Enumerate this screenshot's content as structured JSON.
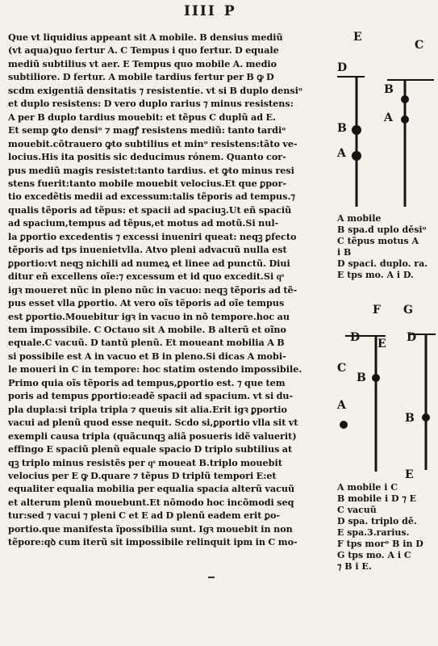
{
  "header": {
    "folio": "IIII",
    "signature": "P"
  },
  "body_lines": [
    "Que vt liquidius appeant sit A mobile. B densius mediũ",
    "(vt aqua)quo fertur A. C Tempus i quo fertur. D equale",
    "mediũ subtilius vt aer. E Tempus quo mobile A. medio",
    "subtiliore. D fertur. A mobile tardius fertur per B ꝙ D",
    "scdm exigentiã densitatis ⁊ resistentie. vt si B duplo densiᵒ",
    "et duplo resistens: D vero duplo rarius ⁊ minus resistens:",
    "A per B duplo tardius mouebit: et tẽpus C duplũ ad E.",
    "Et semp ꝙto densiᵒ ⁊ magꝭ resistens mediũ: tanto tardiᵒ",
    "mouebit.cõtrauero ꝙto subtilius et minᵒ resistens:tãto ve-",
    "locius.His ita positis sic deducimus rónem. Quanto cor-",
    "pus mediũ magis resistet:tanto tardius. et ꝙto minus resi",
    "stens fuerit:tanto mobile mouebit velocius.Et que ꝑpor-",
    "tio excedẽtis medii ad excessum:talis tẽporis ad tempus.⁊",
    "qualis tẽporis ad tẽpus: et spacii ad spaciuꝫ.Ut eñ spaciũ",
    "ad spacium,tempus ad tẽpus,et motus ad motũ.Si nul-",
    "la ꝑportio excedentis ⁊ excessi inueniri queat: neqꝫ ꝑfecto",
    "tẽporis ad tps inuenietvlla. Atvo pleni advacuũ nulla est",
    "ꝑportio:vt neqꝫ nichili ad numeꝝ et linee ad punctũ. Diui",
    "ditur eñ excellens oĩe:⁊ excessum et id quo excedit.Si qͦ",
    "igꝛ moueret nũc in pleno nũc in vacuo: neqꝫ tẽporis ad tẽ-",
    "pus esset vlla ꝑportio. At vero oĩs tẽporis ad oĩe tempus",
    "est ꝑportio.Mouebitur igꝛ in vacuo in nõ tempore.hoc au",
    "tem impossibile. C Octauo sit A mobile. B alterũ et oĩno",
    "equale.C vacuũ. D tantũ plenũ. Et moueant mobilia A B",
    "si possibile est A in vacuo et B in pleno.Si dicas A mobi-",
    "le moueri in C in tempore: hoc statim ostendo impossibile.",
    "Primo quia oĩs tẽporis ad tempus,ꝑportio est. ⁊ que tem",
    "poris ad tempus ꝑportio:eadẽ spacii ad spacium. vt si du-",
    "pla dupla:si tripla tripla ⁊ queuis sit alia.Erit igꝛ ꝑportio",
    "vacui ad plenũ quod esse nequit. Scdo si,ꝑportio vlla sit vt",
    "exempli causa tripla (quãcunqꝫ aliã posueris idẽ valuerit)",
    "effingo E spaciũ plenũ equale spacio D triplo subtilius at",
    "qꝫ triplo minus resistẽs per qͦ moueat B.triplo mouebit",
    "velocius per E ꝙ D.quare ⁊ tẽpus D triplũ tempori E:et",
    "equaliter equalia mobilia per equalia spacia alterũ vacuũ",
    "et alterum plenũ mouebunt.Et nõmodo hoc incõmodi seq",
    "tur:sed ⁊ vacui ⁊ pleni C et E ad D plenũ eadem erit ꝑo-",
    "portio.que manifesta ĩpossibilia sunt. Igꝛ mouebit in non",
    "tẽpore:qꝺ cum iterũ sit impossibile relinquit ipm in C mo-"
  ],
  "figure_top": {
    "labels": [
      "E",
      "C",
      "D",
      "B",
      "A",
      "B",
      "A"
    ]
  },
  "caption_top": [
    "A mobile",
    "B spa.d uplo děsiᵒ",
    "C tẽpus motus A",
    "i B",
    "D spaci. duplo. ra.",
    "E tps mo. A i D."
  ],
  "figure_bottom": {
    "labels": [
      "F",
      "G",
      "D",
      "E",
      "C",
      "B",
      "A",
      "D",
      "B",
      "E"
    ]
  },
  "caption_bottom": [
    "A mobile i C",
    "B mobile i D ⁊ E",
    "C vacuũ",
    "D spa. triplo dě.",
    "E spa.3.rarius.",
    "F tps morᵒ B in D",
    "G tps mo. A i C",
    "⁊ B i E."
  ]
}
